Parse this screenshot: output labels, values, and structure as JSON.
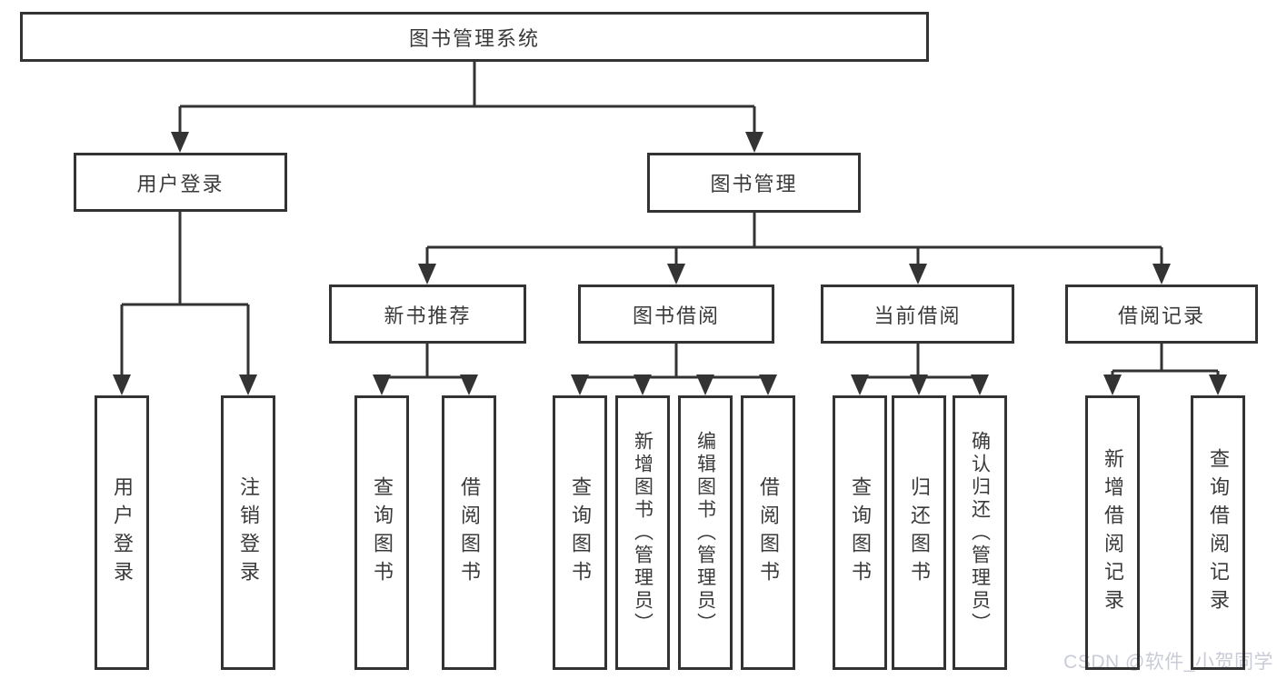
{
  "diagram": {
    "root": "图书管理系统",
    "branches": [
      {
        "label": "用户登录",
        "children": [
          "用户登录",
          "注销登录"
        ]
      },
      {
        "label": "图书管理",
        "sections": [
          {
            "label": "新书推荐",
            "children": [
              "查询图书",
              "借阅图书"
            ]
          },
          {
            "label": "图书借阅",
            "children": [
              "查询图书",
              "新增图书（管理员）",
              "编辑图书（管理员）",
              "借阅图书"
            ]
          },
          {
            "label": "当前借阅",
            "children": [
              "查询图书",
              "归还图书",
              "确认归还（管理员）"
            ]
          },
          {
            "label": "借阅记录",
            "children": [
              "新增借阅记录",
              "查询借阅记录"
            ]
          }
        ]
      }
    ]
  },
  "watermark": "CSDN @软件_小贺同学",
  "colors": {
    "line": "#333333",
    "text": "#3a3a3a",
    "watermark": "#c9cbd6",
    "background": "#ffffff"
  }
}
